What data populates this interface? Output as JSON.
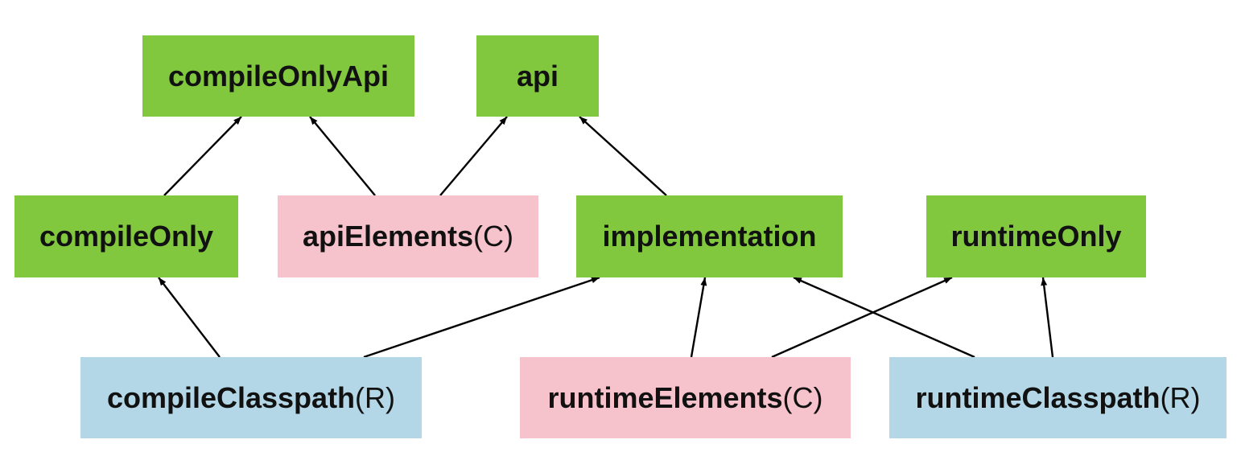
{
  "nodes": {
    "compileOnlyApi": {
      "name": "compileOnlyApi",
      "suffix": "",
      "color": "#82c83e"
    },
    "api": {
      "name": "api",
      "suffix": "",
      "color": "#82c83e"
    },
    "compileOnly": {
      "name": "compileOnly",
      "suffix": "",
      "color": "#82c83e"
    },
    "apiElements": {
      "name": "apiElements",
      "suffix": "(C)",
      "color": "#f6c3cc"
    },
    "implementation": {
      "name": "implementation",
      "suffix": "",
      "color": "#82c83e"
    },
    "runtimeOnly": {
      "name": "runtimeOnly",
      "suffix": "",
      "color": "#82c83e"
    },
    "compileClasspath": {
      "name": "compileClasspath",
      "suffix": "(R)",
      "color": "#b3d7e6"
    },
    "runtimeElements": {
      "name": "runtimeElements",
      "suffix": "(C)",
      "color": "#f6c3cc"
    },
    "runtimeClasspath": {
      "name": "runtimeClasspath",
      "suffix": "(R)",
      "color": "#b3d7e6"
    }
  },
  "edges": [
    {
      "from": "compileOnly",
      "to": "compileOnlyApi"
    },
    {
      "from": "apiElements",
      "to": "compileOnlyApi"
    },
    {
      "from": "apiElements",
      "to": "api"
    },
    {
      "from": "implementation",
      "to": "api"
    },
    {
      "from": "compileClasspath",
      "to": "compileOnly"
    },
    {
      "from": "compileClasspath",
      "to": "implementation"
    },
    {
      "from": "runtimeElements",
      "to": "implementation"
    },
    {
      "from": "runtimeElements",
      "to": "runtimeOnly"
    },
    {
      "from": "runtimeClasspath",
      "to": "implementation"
    },
    {
      "from": "runtimeClasspath",
      "to": "runtimeOnly"
    }
  ]
}
